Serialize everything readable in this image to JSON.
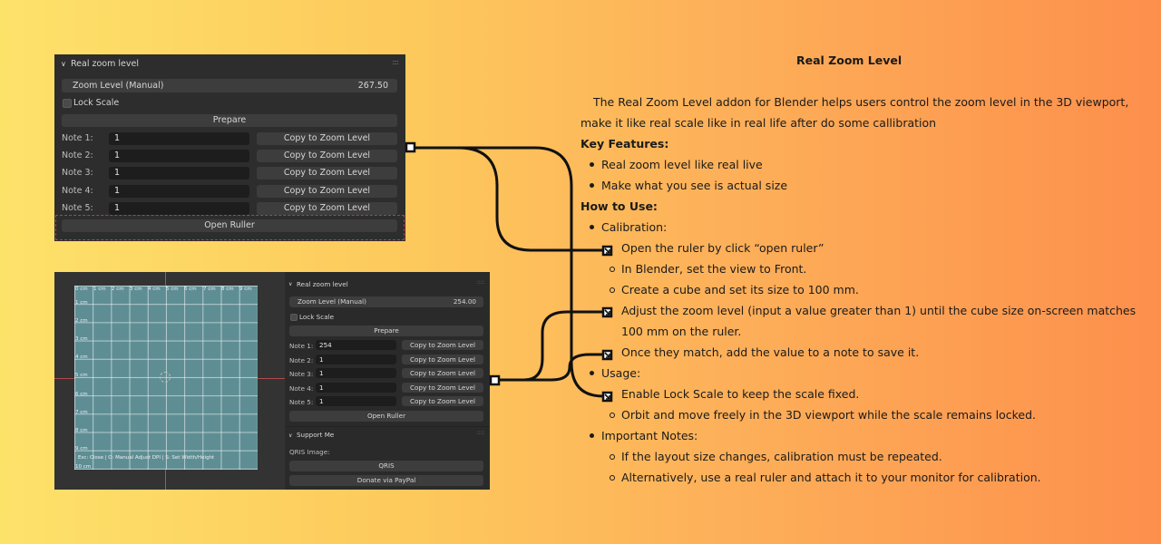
{
  "panel1": {
    "title": "Real zoom level",
    "zoom_label": "Zoom Level (Manual)",
    "zoom_value": "267.50",
    "lock_label": "Lock Scale",
    "prepare": "Prepare",
    "notes": [
      {
        "label": "Note 1:",
        "value": "1",
        "button": "Copy to Zoom Level"
      },
      {
        "label": "Note 2:",
        "value": "1",
        "button": "Copy to Zoom Level"
      },
      {
        "label": "Note 3:",
        "value": "1",
        "button": "Copy to Zoom Level"
      },
      {
        "label": "Note 4:",
        "value": "1",
        "button": "Copy to Zoom Level"
      },
      {
        "label": "Note 5:",
        "value": "1",
        "button": "Copy to Zoom Level"
      }
    ],
    "open_ruler": "Open Ruller"
  },
  "viewport": {
    "top_ruler": [
      "0 cm",
      "1 cm",
      "2 cm",
      "3 cm",
      "4 cm",
      "5 cm",
      "6 cm",
      "7 cm",
      "8 cm",
      "9 cm"
    ],
    "left_ruler": [
      "1 cm",
      "2 cm",
      "3 cm",
      "4 cm",
      "5 cm",
      "6 cm",
      "7 cm",
      "8 cm",
      "9 cm",
      "10 cm"
    ],
    "hint": "Esc: Close | O: Manual Adjust DPI | S: Set Width/Height"
  },
  "panel2": {
    "title": "Real zoom level",
    "zoom_label": "Zoom Level (Manual)",
    "zoom_value": "254.00",
    "lock_label": "Lock Scale",
    "prepare": "Prepare",
    "notes": [
      {
        "label": "Note 1:",
        "value": "254",
        "button": "Copy to Zoom Level"
      },
      {
        "label": "Note 2:",
        "value": "1",
        "button": "Copy to Zoom Level"
      },
      {
        "label": "Note 3:",
        "value": "1",
        "button": "Copy to Zoom Level"
      },
      {
        "label": "Note 4:",
        "value": "1",
        "button": "Copy to Zoom Level"
      },
      {
        "label": "Note 5:",
        "value": "1",
        "button": "Copy to Zoom Level"
      }
    ],
    "open_ruler": "Open Ruller",
    "support_title": "Support Me",
    "qris_label": "QRIS Image:",
    "qris_button": "QRIS",
    "paypal_button": "Donate via PayPal"
  },
  "doc": {
    "title": "Real Zoom Level",
    "intro1": "The Real Zoom Level addon for Blender helps users control the zoom level in the 3D viewport,",
    "intro2": "make it like real scale like in real life after do some callibration",
    "features_heading": "Key Features:",
    "features": [
      "Real zoom level like real live",
      "Make what you see is actual size"
    ],
    "howto_heading": "How to Use:",
    "calibration": "Calibration:",
    "cal_steps": [
      "Open the ruler by click “open ruler”",
      "In Blender, set the view to Front.",
      "Create a cube and set its size to 100 mm.",
      "Adjust the zoom level (input a value greater than 1) until the cube size on-screen matches",
      "100 mm on the ruler.",
      "Once they match, add the value to a note to save it."
    ],
    "usage": "Usage:",
    "usage_steps": [
      "Enable Lock Scale to keep the scale fixed.",
      "Orbit and move freely in the 3D viewport while the scale remains locked."
    ],
    "notes_heading": "Important Notes:",
    "notes": [
      "If the layout size changes, calibration must be repeated.",
      "Alternatively, use a real ruler and attach it to your monitor for calibration."
    ]
  }
}
